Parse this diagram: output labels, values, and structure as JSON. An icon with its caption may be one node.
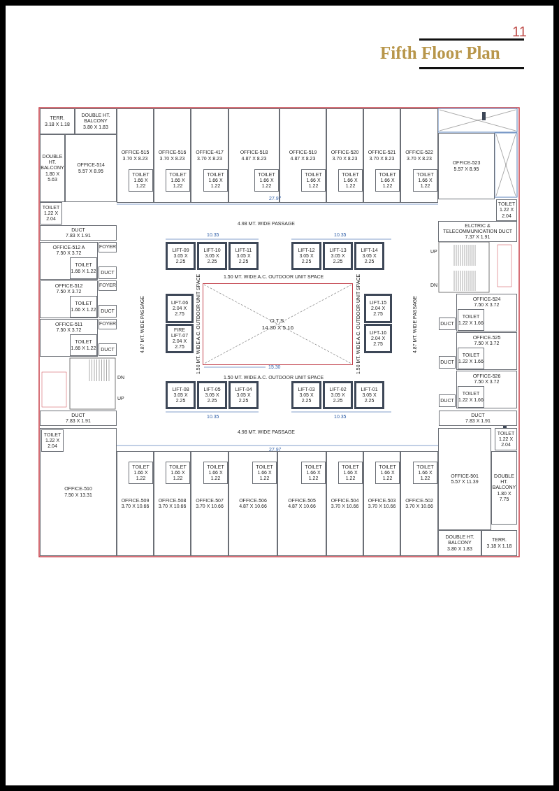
{
  "diagram": {
    "title": "Fifth Floor Plan",
    "nodes": [
      {
        "text": [
          "TERR.",
          "3.18 X 1.18"
        ]
      },
      {
        "text": [
          "DOUBLE HT. BALCONY",
          "3.80 X 1.83"
        ]
      },
      {
        "text": [
          "DOUBLE HT. BALCONY",
          "1.80 X 5.63"
        ]
      },
      {
        "text": [
          "OFFICE-514",
          "5.57 X 8.95"
        ]
      },
      {
        "text": [
          "TOILET",
          "1.22 X 2.04"
        ]
      },
      {
        "text": [
          "OFFICE-515",
          "3.70 X 8.23"
        ]
      },
      {
        "text": [
          "TOILET",
          "1.66 X 1.22"
        ],
        "in": 5
      },
      {
        "text": [
          "OFFICE-516",
          "3.70 X 8.23"
        ]
      },
      {
        "text": [
          "TOILET",
          "1.66 X 1.22"
        ],
        "in": 7
      },
      {
        "text": [
          "OFFICE-417",
          "3.70 X 8.23"
        ]
      },
      {
        "text": [
          "TOILET",
          "1.66 X 1.22"
        ],
        "in": 9
      },
      {
        "text": [
          "OFFICE-518",
          "4.87 X 8.23"
        ]
      },
      {
        "text": [
          "TOILET",
          "1.66 X 1.22"
        ],
        "in": 11
      },
      {
        "text": [
          "OFFICE-519",
          "4.87 X 8.23"
        ]
      },
      {
        "text": [
          "TOILET",
          "1.66 X 1.22"
        ],
        "in": 13
      },
      {
        "text": [
          "OFFICE-520",
          "3.70 X 8.23"
        ]
      },
      {
        "text": [
          "TOILET",
          "1.66 X 1.22"
        ],
        "in": 15
      },
      {
        "text": [
          "OFFICE-521",
          "3.70 X 8.23"
        ]
      },
      {
        "text": [
          "TOILET",
          "1.66 X 1.22"
        ],
        "in": 17
      },
      {
        "text": [
          "OFFICE-522",
          "3.70 X 8.23"
        ]
      },
      {
        "text": [
          "TOILET",
          "1.66 X 1.22"
        ],
        "in": 19
      },
      {
        "text": [
          "OFFICE-523",
          "5.57 X 8.95"
        ]
      },
      {
        "text": [
          "TOILET",
          "1.22 X 2.04"
        ]
      },
      {
        "text": [
          "DUCT",
          "7.83 X 1.91"
        ]
      },
      {
        "text": [
          "ELCTRIC & TELECOMMUNICATION DUCT",
          "7.37 X 1.91"
        ]
      },
      {
        "text": [
          "LIFT-09",
          "3.05 X 2.25"
        ]
      },
      {
        "text": [
          "LIFT-10",
          "3.05 X 2.25"
        ]
      },
      {
        "text": [
          "LIFT-11",
          "3.05 X 2.25"
        ]
      },
      {
        "text": [
          "LIFT-12",
          "3.05 X 2.25"
        ]
      },
      {
        "text": [
          "LIFT-13",
          "3.05 X 2.25"
        ]
      },
      {
        "text": [
          "LIFT-14",
          "3.05 X 2.25"
        ]
      },
      {
        "text": [
          "OFFICE-512 A",
          "7.50 X 3.72"
        ]
      },
      {
        "text": [
          "TOILET",
          "1.66 X 1.22"
        ],
        "in": 31
      },
      {
        "text": [
          "FOYER"
        ]
      },
      {
        "text": [
          "DUCT"
        ]
      },
      {
        "text": [
          "OFFICE-512",
          "7.50 X 3.72"
        ]
      },
      {
        "text": [
          "TOILET",
          "1.66 X 1.22"
        ],
        "in": 35
      },
      {
        "text": [
          "FOYER"
        ]
      },
      {
        "text": [
          "DUCT"
        ]
      },
      {
        "text": [
          "OFFICE-511",
          "7.50 X 3.72"
        ]
      },
      {
        "text": [
          "TOILET",
          "1.66 X 1.22"
        ],
        "in": 39
      },
      {
        "text": [
          "FOYER"
        ]
      },
      {
        "text": [
          "DUCT"
        ]
      },
      {
        "text": [
          "LIFT-06",
          "2.04 X 2.75"
        ]
      },
      {
        "text": [
          "FIRE LIFT-07",
          "2.04 X 2.75"
        ]
      },
      {
        "text": [
          "O.T.S.",
          "14.30 X 5.16"
        ]
      },
      {
        "text": [
          "LIFT-15",
          "2.04 X 2.75"
        ]
      },
      {
        "text": [
          "LIFT-16",
          "2.04 X 2.75"
        ]
      },
      {
        "text": [
          "OFFICE-524",
          "7.50 X 3.72"
        ]
      },
      {
        "text": [
          "TOILET",
          "1.22 X 1.66"
        ],
        "in": 48
      },
      {
        "text": [
          "DUCT"
        ]
      },
      {
        "text": [
          "OFFICE-525",
          "7.50 X 3.72"
        ]
      },
      {
        "text": [
          "TOILET",
          "1.22 X 1.66"
        ],
        "in": 51
      },
      {
        "text": [
          "DUCT"
        ]
      },
      {
        "text": [
          "OFFICE-526",
          "7.50 X 3.72"
        ]
      },
      {
        "text": [
          "TOILET",
          "1.22 X 1.66"
        ],
        "in": 54
      },
      {
        "text": [
          "DUCT"
        ]
      },
      {
        "text": [
          "LIFT-08",
          "3.05 X 2.25"
        ]
      },
      {
        "text": [
          "LIFT-05",
          "3.05 X 2.25"
        ]
      },
      {
        "text": [
          "LIFT-04",
          "3.05 X 2.25"
        ]
      },
      {
        "text": [
          "LIFT-03",
          "3.05 X 2.25"
        ]
      },
      {
        "text": [
          "LIFT-02",
          "3.05 X 2.25"
        ]
      },
      {
        "text": [
          "LIFT-01",
          "3.05 X 2.25"
        ]
      },
      {
        "text": [
          "DUCT",
          "7.83 X 1.91"
        ]
      },
      {
        "text": [
          "DUCT",
          "7.83 X 1.91"
        ]
      },
      {
        "text": [
          "OFFICE-510",
          "7.50 X 13.31"
        ]
      },
      {
        "text": [
          "TOILET",
          "1.22 X 2.04"
        ],
        "in": 65
      },
      {
        "text": [
          "OFFICE-509",
          "3.70 X 10.66"
        ]
      },
      {
        "text": [
          "TOILET",
          "1.66 X 1.22"
        ],
        "in": 67
      },
      {
        "text": [
          "OFFICE-508",
          "3.70 X 10.66"
        ]
      },
      {
        "text": [
          "TOILET",
          "1.66 X 1.22"
        ],
        "in": 69
      },
      {
        "text": [
          "OFFICE-507",
          "3.70 X 10.66"
        ]
      },
      {
        "text": [
          "TOILET",
          "1.66 X 1.22"
        ],
        "in": 71
      },
      {
        "text": [
          "OFFICE-506",
          "4.87 X 10.66"
        ]
      },
      {
        "text": [
          "TOILET",
          "1.66 X 1.22"
        ],
        "in": 73
      },
      {
        "text": [
          "OFFICE-505",
          "4.87 X 10.66"
        ]
      },
      {
        "text": [
          "TOILET",
          "1.66 X 1.22"
        ],
        "in": 75
      },
      {
        "text": [
          "OFFICE-504",
          "3.70 X 10.66"
        ]
      },
      {
        "text": [
          "TOILET",
          "1.66 X 1.22"
        ],
        "in": 77
      },
      {
        "text": [
          "OFFICE-503",
          "3.70 X 10.66"
        ]
      },
      {
        "text": [
          "TOILET",
          "1.66 X 1.22"
        ],
        "in": 79
      },
      {
        "text": [
          "OFFICE-502",
          "3.70 X 10.66"
        ]
      },
      {
        "text": [
          "TOILET",
          "1.66 X 1.22"
        ],
        "in": 81
      },
      {
        "text": [
          "OFFICE-501",
          "5.57 X 11.39"
        ]
      },
      {
        "text": [
          "TOILET",
          "1.22 X 2.04"
        ]
      },
      {
        "text": [
          "DOUBLE HT. BALCONY",
          "1.80 X 7.75"
        ]
      },
      {
        "text": [
          "DOUBLE HT. BALCONY",
          "3.80 X 1.83"
        ]
      },
      {
        "text": [
          "TERR.",
          "3.18 X 1.18"
        ]
      }
    ],
    "labels": [
      "11",
      "27.97",
      "4.98 MT. WIDE PASSAGE",
      "10.35",
      "10.35",
      "UP",
      "1.50 MT. WIDE A.C. OUTDOOR UNIT SPACE",
      "DN",
      "4.87 MT. WIDE PASSAGE",
      "1.50 MT. WIDE A.C. OUTDOOR UNIT SPACE",
      "1.50 MT. WIDE A.C. OUTDOOR UNIT SPACE",
      "4.87 MT. WIDE PASSAGE",
      "15.30",
      "DN",
      "1.50 MT. WIDE A.C. OUTDOOR UNIT SPACE",
      "UP",
      "10.35",
      "10.35",
      "4.98 MT. WIDE PASSAGE",
      "27.97"
    ]
  }
}
